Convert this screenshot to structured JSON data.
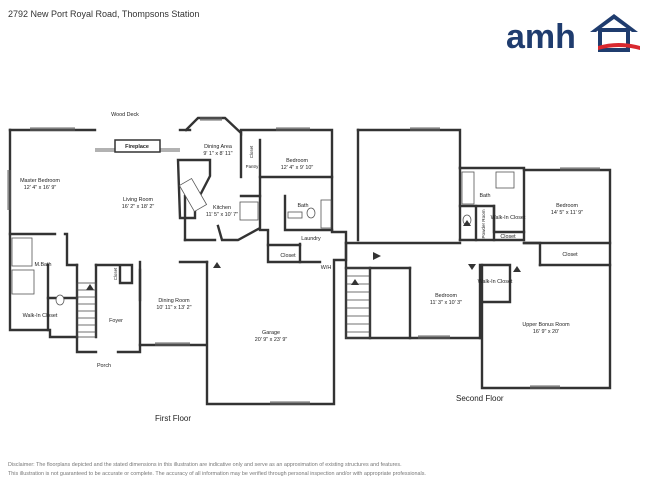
{
  "header": {
    "address": "2792 New Port Royal Road, Thompsons Station",
    "logo_text": "amh",
    "brand_color": "#1f3c6e",
    "accent_color": "#d8282f"
  },
  "floors": {
    "first": {
      "label": "First Floor",
      "rooms": {
        "wood_deck": "Wood Deck",
        "fireplace": "Fireplace",
        "dining_area": {
          "name": "Dining Area",
          "dims": "9' 1\" x 8' 11\""
        },
        "closet_upper": "Closet",
        "pantry": "Pantry",
        "bedroom": {
          "name": "Bedroom",
          "dims": "12' 4\" x 9' 10\""
        },
        "master_bedroom": {
          "name": "Master Bedroom",
          "dims": "12' 4\" x 16' 9\""
        },
        "living_room": {
          "name": "Living Room",
          "dims": "16' 2\" x 18' 2\""
        },
        "kitchen": {
          "name": "Kitchen",
          "dims": "11' 5\" x 10' 7\""
        },
        "bath": "Bath",
        "laundry": "Laundry",
        "closet_laundry": "Closet",
        "wh": "W/H",
        "m_bath": "M.Bath",
        "under_stair_closet": "Closet",
        "walk_in_closet": "Walk-In Closet",
        "foyer": "Foyer",
        "dining_room": {
          "name": "Dining Room",
          "dims": "10' 11\" x 13' 2\""
        },
        "garage": {
          "name": "Garage",
          "dims": "20' 9\" x 23' 9\""
        },
        "porch": "Porch"
      }
    },
    "second": {
      "label": "Second Floor",
      "rooms": {
        "bath": "Bath",
        "bedroom_right": {
          "name": "Bedroom",
          "dims": "14' 5\" x 11' 9\""
        },
        "powder_room": "Powder Room",
        "walk_in_closet_a": "Walk-In Closet",
        "closet_a": "Closet",
        "closet_b": "Closet",
        "bedroom_left": {
          "name": "Bedroom",
          "dims": "11' 3\" x 10' 3\""
        },
        "walk_in_closet_b": "Walk-In Closet",
        "upper_bonus_room": {
          "name": "Upper Bonus Room",
          "dims": "16' 9\" x 20'"
        }
      }
    }
  },
  "disclaimer": {
    "line1": "Disclaimer: The floorplans depicted and the stated dimensions in this illustration are indicative only and serve as an approximation of existing structures and features.",
    "line2": "This illustration is not guaranteed to be accurate or complete. The accuracy of all information may be verified through personal inspection and/or with appropriate professionals."
  }
}
